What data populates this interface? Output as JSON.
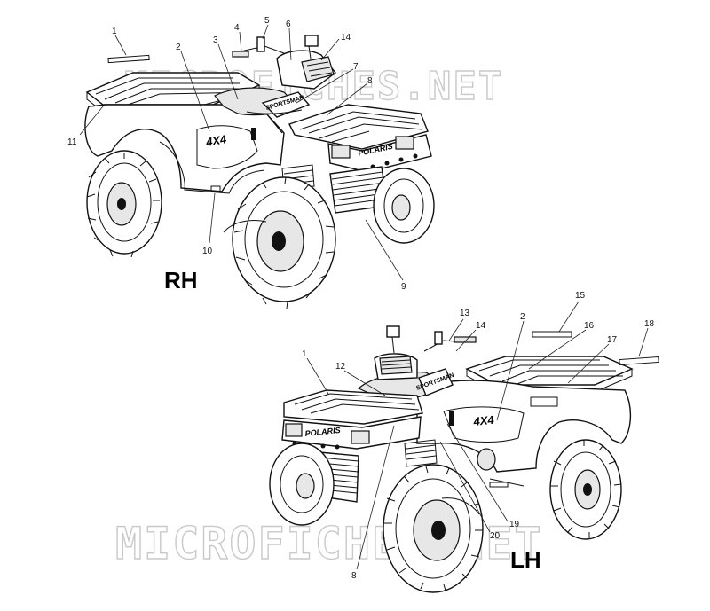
{
  "watermarks": {
    "top": "MICROFICHES.NET",
    "bottom": "MICROFICHES.NET"
  },
  "views": {
    "rh": {
      "label": "RH",
      "callouts": [
        "1",
        "2",
        "3",
        "4",
        "5",
        "6",
        "14",
        "7",
        "8",
        "11",
        "10",
        "9"
      ],
      "decals": {
        "model": "4X4",
        "brand": "POLARIS",
        "tank": "SPORTSMAN"
      }
    },
    "lh": {
      "label": "LH",
      "callouts": [
        "13",
        "14",
        "2",
        "15",
        "16",
        "17",
        "18",
        "1",
        "12",
        "19",
        "20",
        "8"
      ],
      "decals": {
        "model": "4X4",
        "brand": "POLARIS",
        "tank": "SPORTSMAN"
      }
    }
  }
}
